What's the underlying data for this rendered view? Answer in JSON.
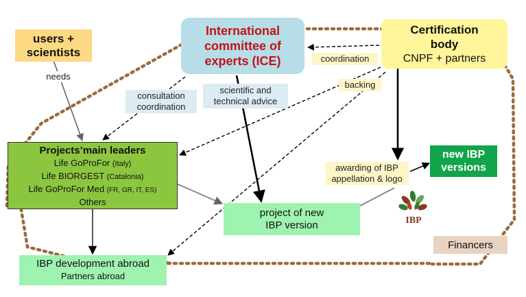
{
  "nodes": {
    "users": {
      "line1": "users +",
      "line2": "scientists",
      "color": "#fcd982"
    },
    "ice": {
      "line1": "International",
      "line2": "committee of",
      "line3": "experts (ICE)",
      "color": "#b7dde6",
      "text_color": "#c0131c"
    },
    "certification": {
      "line1": "Certification",
      "line2": "body",
      "line3": "CNPF + partners",
      "color": "#fff59a"
    },
    "projects": {
      "title": "Projects’main leaders",
      "l1_main": "Life GoProFor",
      "l1_sub": "(Italy)",
      "l2_main": "Life BIORGEST",
      "l2_sub": "(Catalonia)",
      "l3_main": "Life GoProFor Med",
      "l3_sub": "(FR, GR, IT, ES)",
      "l4": "Others",
      "color": "#8cc63f"
    },
    "new_ibp": {
      "line1": "new IBP",
      "line2": "versions",
      "color": "#11a44a"
    },
    "project_new": {
      "line1": "project of new",
      "line2": "IBP version",
      "color": "#9ff3b0"
    },
    "ibp_dev": {
      "line1": "IBP development abroad",
      "line2": "Partners abroad",
      "color": "#9ff3b0"
    },
    "financers": {
      "label": "Financers",
      "color": "#e8d3c0"
    }
  },
  "edge_labels": {
    "needs": "needs",
    "consultation": {
      "line1": "consultation",
      "line2": "coordination"
    },
    "advice": {
      "line1": "scientific and",
      "line2": "technical advice"
    },
    "coordination": "coordination",
    "backing": "backing",
    "awarding": {
      "line1": "awarding of IBP",
      "line2": "appellation & logo"
    }
  },
  "logo": {
    "text": "IBP"
  },
  "colors": {
    "boundary": "#9b6b3d",
    "label_bg_blue": "#dcecf2",
    "label_bg_yellow": "#fff6c8"
  }
}
